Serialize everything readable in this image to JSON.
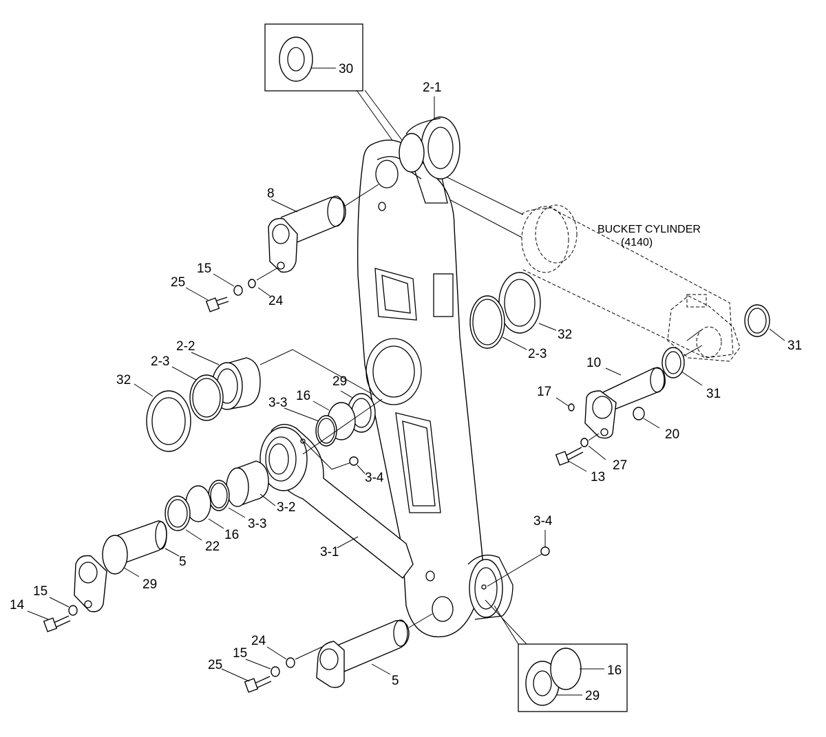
{
  "annotation": {
    "title": "BUCKET CYLINDER",
    "ref": "(4140)"
  },
  "labels": [
    "30",
    "2-1",
    "8",
    "15",
    "25",
    "24",
    "32",
    "2-3",
    "31",
    "2-2",
    "2-3",
    "32",
    "29",
    "16",
    "3-3",
    "10",
    "17",
    "31",
    "20",
    "27",
    "13",
    "3-4",
    "3-2",
    "3-3",
    "16",
    "22",
    "3-1",
    "3-4",
    "5",
    "29",
    "15",
    "14",
    "24",
    "15",
    "25",
    "5",
    "16",
    "29"
  ]
}
